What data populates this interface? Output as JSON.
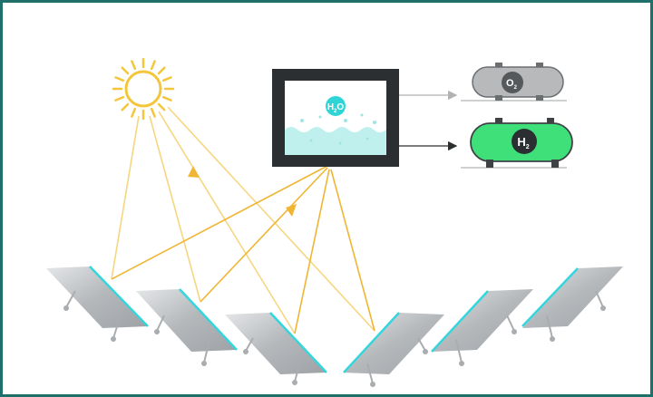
{
  "molecules": {
    "water": {
      "main": "H",
      "sub": "2",
      "tail": "O"
    },
    "oxygen": {
      "main": "O",
      "sub": "2"
    },
    "hydrogen": {
      "main": "H",
      "sub": "2"
    }
  },
  "colors": {
    "frame_border": "#1f6f6a",
    "sun": "#f3c63b",
    "rays": "#f0bd45",
    "reactor": "#2b2f31",
    "water": "#bff0ee",
    "water_molecule": "#2fd4d6",
    "oxygen_tank": "#b8b9ba",
    "hydrogen_tank": "#3fe07a",
    "panel": "#b9bcbf",
    "panel_edge": "#33d6dc"
  },
  "icons": [
    "sun-icon",
    "water-molecule-icon",
    "oxygen-tank-icon",
    "hydrogen-tank-icon",
    "solar-panel-icon"
  ]
}
